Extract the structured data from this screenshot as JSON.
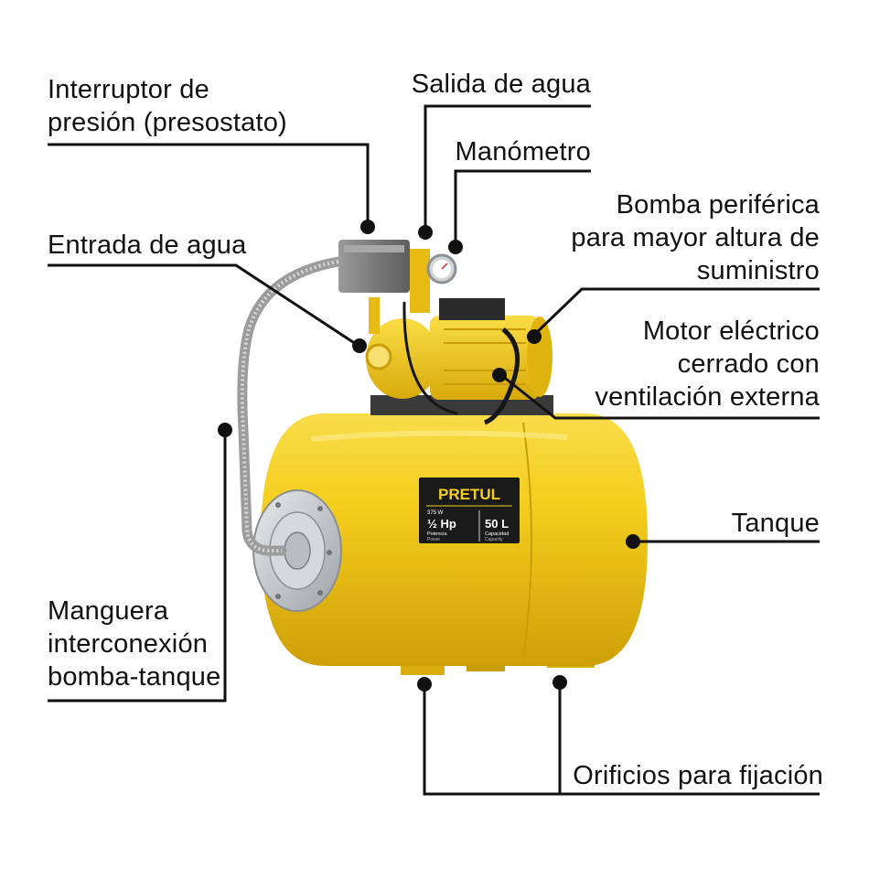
{
  "colors": {
    "tank": "#f5cf1e",
    "tank_shade": "#d9ad0c",
    "line": "#111111",
    "badge_bg": "#1a1a1a",
    "badge_text": "#ffffff"
  },
  "brand": {
    "logo": "PRETUL",
    "power_watts": "375 W",
    "power_value": "½ Hp",
    "power_label": "Potencia",
    "power_label_en": "Power",
    "capacity_value": "50 L",
    "capacity_label": "Capacidad",
    "capacity_label_en": "Capacity"
  },
  "callouts": {
    "interruptor": [
      "Interruptor de",
      "presión (presostato)"
    ],
    "salida": [
      "Salida de agua"
    ],
    "manometro": [
      "Manómetro"
    ],
    "bomba": [
      "Bomba periférica",
      "para mayor altura de",
      "suministro"
    ],
    "entrada": [
      "Entrada de agua"
    ],
    "motor": [
      "Motor eléctrico",
      "cerrado con",
      "ventilación externa"
    ],
    "tanque": [
      "Tanque"
    ],
    "manguera": [
      "Manguera",
      "interconexión",
      "bomba-tanque"
    ],
    "orificios": [
      "Orificios para fijación"
    ]
  }
}
